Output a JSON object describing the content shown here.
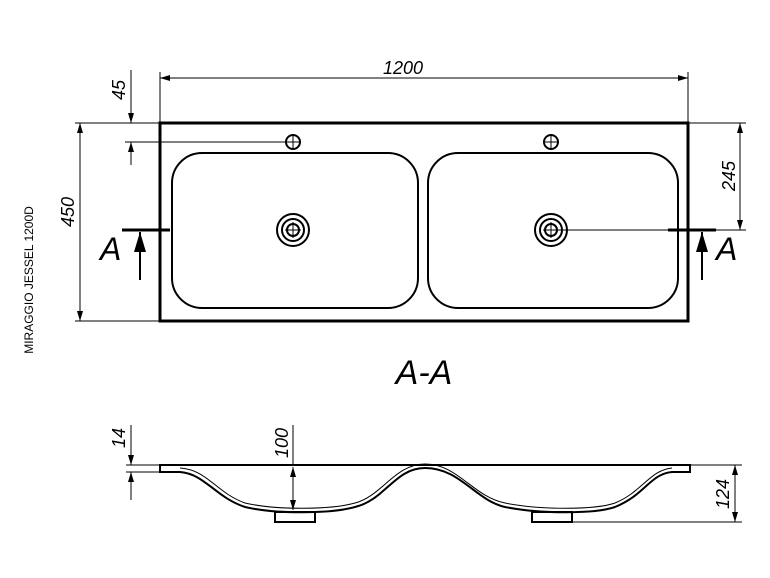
{
  "title": "MIRAGGIO JESSEL 1200D",
  "section_label": "A-A",
  "section_marker": "A",
  "dimensions": {
    "width": "1200",
    "depth": "450",
    "tap_offset": "45",
    "drain_offset": "245",
    "rim_thickness": "14",
    "bowl_depth": "100",
    "total_height": "124"
  },
  "colors": {
    "line": "#000000",
    "background": "#ffffff"
  }
}
